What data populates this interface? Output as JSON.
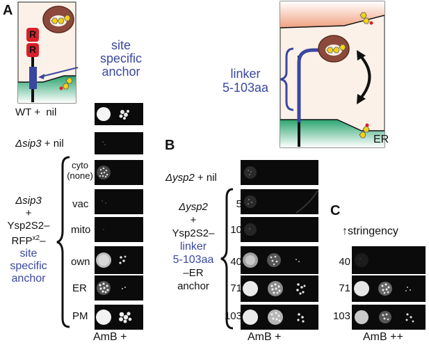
{
  "panels": {
    "A": "A",
    "B": "B",
    "C": "C"
  },
  "diagram_left": {
    "r_labels": [
      "R",
      "R"
    ],
    "anchor_text": [
      "site",
      "specific",
      "anchor"
    ]
  },
  "diagram_right": {
    "linker_text": [
      "linker",
      "5-103aa"
    ],
    "er_label": "ER"
  },
  "panel_A": {
    "wt_row": {
      "prefix": "WT +",
      "suffix": "nil"
    },
    "dsip3_row": {
      "prefix": "Δsip3",
      "suffix": "+ nil"
    },
    "left_group": [
      "Δsip3",
      "+",
      "Ysp2S2–",
      "RFP",
      "x2",
      "–",
      "site",
      "specific",
      "anchor"
    ],
    "row_labels": [
      "cyto",
      "(none)",
      "vac",
      "mito",
      "own",
      "ER",
      "PM"
    ],
    "footer": "AmB +"
  },
  "panel_B": {
    "top_row": {
      "prefix": "Δysp2",
      "suffix": "+ nil"
    },
    "group": [
      "Δysp2",
      "+",
      "Ysp2S2–",
      "linker",
      "5-103aa",
      "–ER",
      "anchor"
    ],
    "row_labels": [
      "5",
      "10",
      "40",
      "71",
      "103"
    ],
    "footer": "AmB +"
  },
  "panel_C": {
    "stringency": "↑stringency",
    "row_labels": [
      "40",
      "71",
      "103"
    ],
    "footer": "AmB ++"
  },
  "colors": {
    "blue": "#3a47a0",
    "red": "#d8202a",
    "er_green": "#2aa56f",
    "pm_peach": "#f0a080",
    "bg_peach": "#fbf1e8"
  }
}
